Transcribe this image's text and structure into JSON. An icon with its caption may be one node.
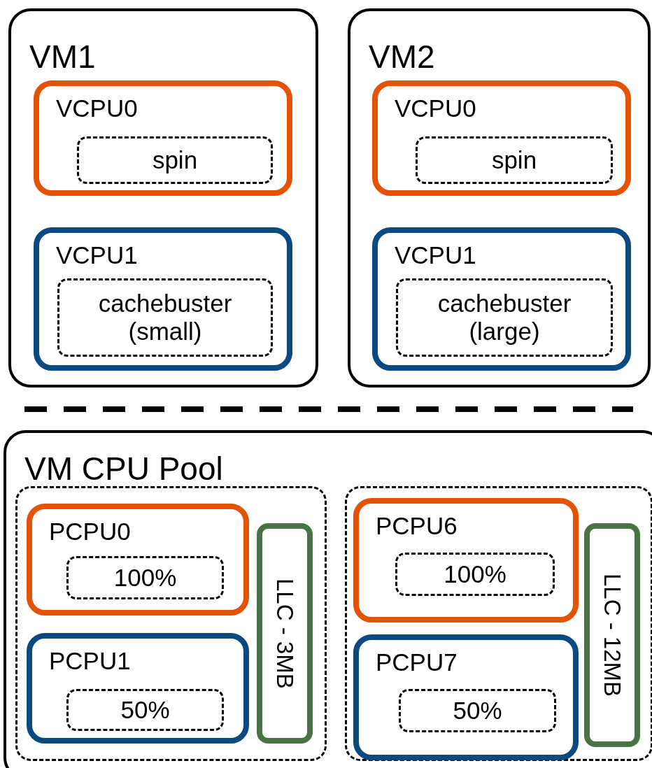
{
  "diagram": {
    "nodes": [
      {
        "text": [
          "VM1"
        ]
      },
      {
        "text": [
          "VCPU0"
        ],
        "in": 0
      },
      {
        "text": [
          "spin"
        ],
        "in": 1
      },
      {
        "text": [
          "VCPU1"
        ],
        "in": 0
      },
      {
        "text": [
          "cachebuster (small)"
        ],
        "in": 3
      },
      {
        "text": [
          "VM2"
        ]
      },
      {
        "text": [
          "VCPU0"
        ],
        "in": 5
      },
      {
        "text": [
          "spin"
        ],
        "in": 6
      },
      {
        "text": [
          "VCPU1"
        ],
        "in": 5
      },
      {
        "text": [
          "cachebuster (large)"
        ],
        "in": 8
      },
      {
        "text": [
          "VM CPU Pool"
        ]
      },
      {
        "text": [],
        "shape": "box",
        "in": 10
      },
      {
        "text": [
          "PCPU0"
        ],
        "in": 11
      },
      {
        "text": [
          "100%"
        ],
        "in": 12
      },
      {
        "text": [
          "PCPU1"
        ],
        "in": 11
      },
      {
        "text": [
          "50%"
        ],
        "in": 14
      },
      {
        "text": [
          "LLC - 3MB"
        ],
        "in": 11
      },
      {
        "text": [],
        "shape": "box",
        "in": 10
      },
      {
        "text": [
          "PCPU6"
        ],
        "in": 17
      },
      {
        "text": [
          "100%"
        ],
        "in": 18
      },
      {
        "text": [
          "PCPU7"
        ],
        "in": 17
      },
      {
        "text": [
          "50%"
        ],
        "in": 20
      },
      {
        "text": [
          "LLC - 12MB"
        ],
        "in": 17
      }
    ]
  }
}
